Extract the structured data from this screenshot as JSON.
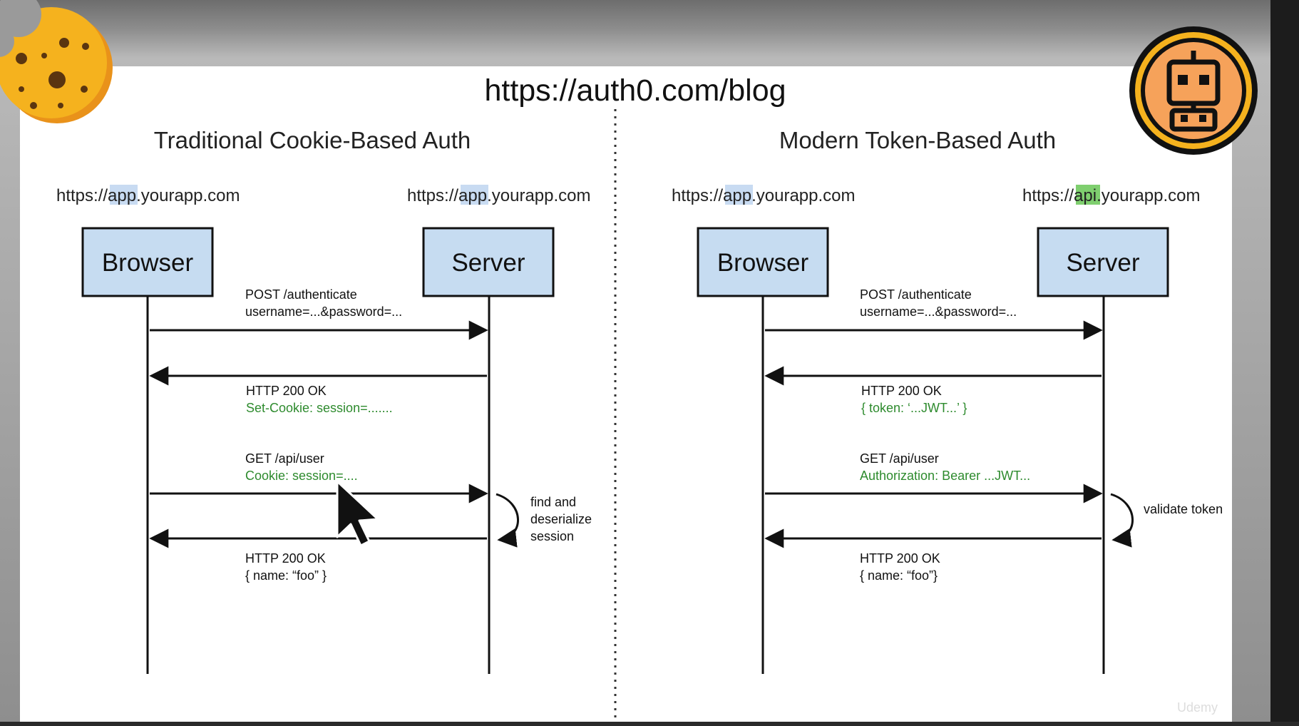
{
  "heading": "https://auth0.com/blog",
  "left": {
    "title": "Traditional Cookie-Based Auth",
    "browser_url": {
      "pre": "https://",
      "hl": "app",
      "post": ".yourapp.com"
    },
    "server_url": {
      "pre": "https://",
      "hl": "app",
      "post": ".yourapp.com"
    },
    "browser_label": "Browser",
    "server_label": "Server",
    "req1": {
      "line1": "POST /authenticate",
      "line2": "username=...&password=..."
    },
    "res1": {
      "line1": "HTTP 200 OK",
      "line2": "Set-Cookie: session=......."
    },
    "req2": {
      "line1": "GET /api/user",
      "line2": "Cookie: session=...."
    },
    "note": [
      "find and",
      "deserialize",
      "session"
    ],
    "res2": {
      "line1": "HTTP 200 OK",
      "line2": "{ name: “foo” }"
    }
  },
  "right": {
    "title": "Modern Token-Based Auth",
    "browser_url": {
      "pre": "https://",
      "hl": "app",
      "post": ".yourapp.com"
    },
    "server_url": {
      "pre": "https://",
      "hl": "api",
      "post": ".yourapp.com"
    },
    "browser_label": "Browser",
    "server_label": "Server",
    "req1": {
      "line1": "POST /authenticate",
      "line2": "username=...&password=..."
    },
    "res1": {
      "line1": "HTTP 200 OK",
      "line2": "{ token: ‘...JWT...’ }"
    },
    "req2": {
      "line1": "GET /api/user",
      "line2": "Authorization: Bearer ...JWT..."
    },
    "note": [
      "validate token"
    ],
    "res2": {
      "line1": "HTTP 200 OK",
      "line2": "{ name: “foo”}"
    }
  },
  "watermark": "Udemy",
  "colors": {
    "box_fill": "#c6dcf1",
    "highlight_app": "#c8dbf2",
    "highlight_api": "#7fcf6f",
    "green_text": "#2e8b2e",
    "cookie": "#f5b21e",
    "badge": "#f6a25a"
  },
  "icons": {
    "top_left": "cookie-icon",
    "top_right": "robot-badge-icon",
    "pointer": "mouse-cursor-icon"
  }
}
